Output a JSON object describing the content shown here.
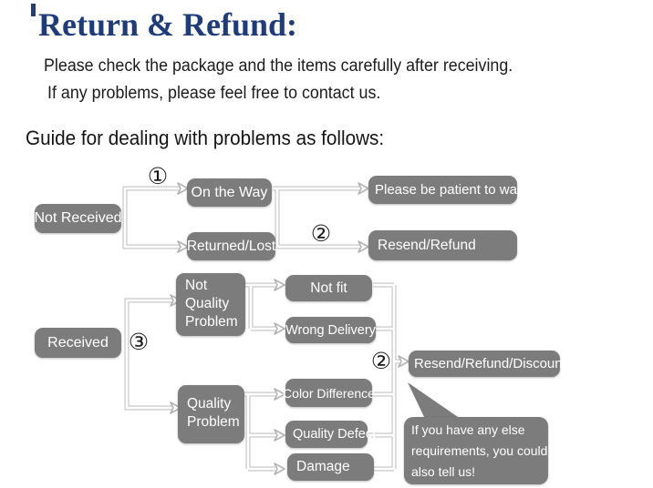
{
  "colors": {
    "title": "#1e3c7c",
    "box": "#7c7c7c",
    "box_text": "#ffffff",
    "line": "#c2c2c2",
    "text": "#1d1d1d"
  },
  "header": {
    "title": "Return & Refund:",
    "intro_line1": "Please check the package and the items carefully after receiving.",
    "intro_line2": "If any problems, please feel free to contact us.",
    "guide_heading": "Guide for dealing with problems as follows:"
  },
  "flowchart": {
    "markers": {
      "step1": "①",
      "step2": "②",
      "step3": "③"
    },
    "nodes": {
      "not_received": "Not Received",
      "on_the_way": "On the Way",
      "returned_lost": "Returned/Lost",
      "be_patient": "Please be patient to wait",
      "resend_refund": "Resend/Refund",
      "received": "Received",
      "not_quality_problem": [
        "Not",
        "Quality",
        "Problem"
      ],
      "quality_problem": [
        "Quality",
        "Problem"
      ],
      "not_fit": "Not fit",
      "wrong_delivery": "Wrong Delivery",
      "color_difference": "Color Difference",
      "quality_defect": "Quality Defect",
      "damage": "Damage",
      "resend_refund_discount": "Resend/Refund/Discount"
    },
    "bubble": [
      "If you have any else",
      "requirements, you could",
      "also tell us!"
    ]
  }
}
